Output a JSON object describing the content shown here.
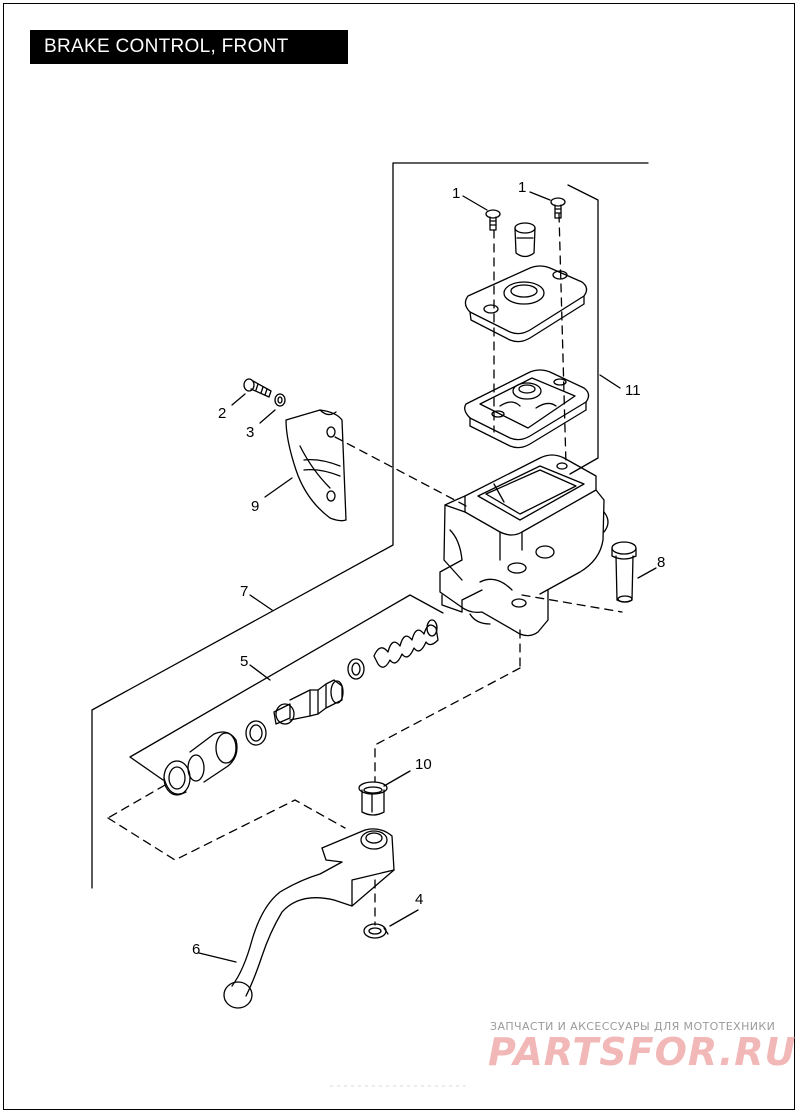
{
  "title": "BRAKE CONTROL, FRONT",
  "callouts": {
    "c1a": "1",
    "c1b": "1",
    "c2": "2",
    "c3": "3",
    "c4": "4",
    "c5": "5",
    "c6": "6",
    "c7": "7",
    "c8": "8",
    "c9": "9",
    "c10": "10",
    "c11": "11"
  },
  "watermark": {
    "tagline": "ЗАПЧАСТИ И АКСЕССУАРЫ ДЛЯ МОТОТЕХНИКИ",
    "logo": "PARTSFOR.RU"
  },
  "colors": {
    "line": "#000000",
    "background": "#ffffff",
    "watermark_logo": "#f2b8b8",
    "watermark_text": "#9b9b9b"
  }
}
